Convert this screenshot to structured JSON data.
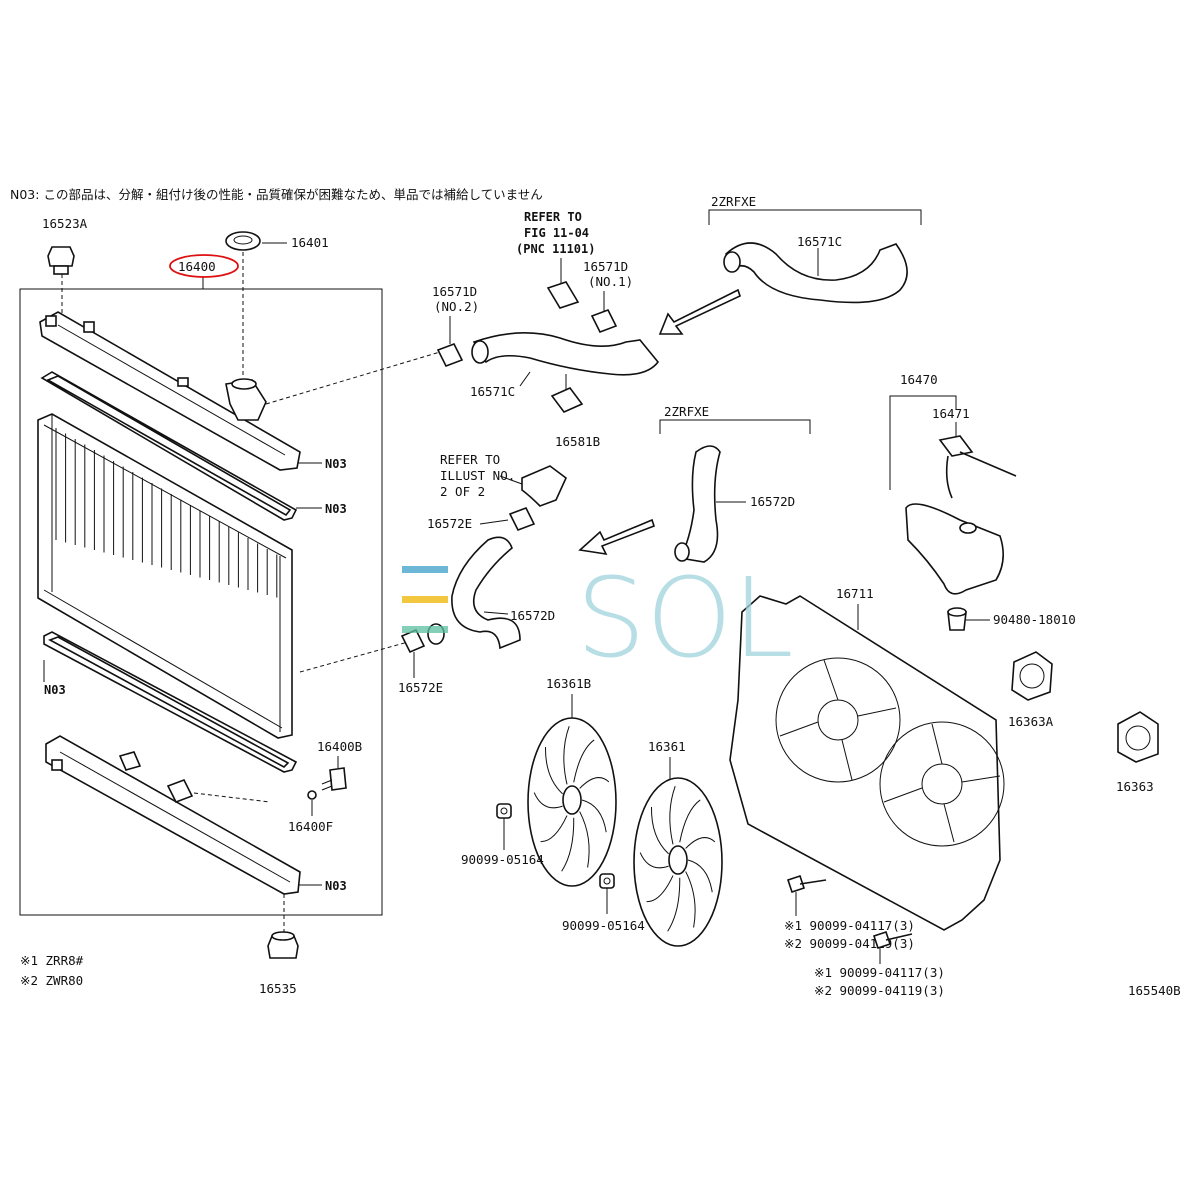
{
  "header_note": "N03: この部品は、分解・組付け後の性能・品質確保が困難なため、単品では補給していません",
  "part_labels": {
    "p16523A": "16523A",
    "p16401": "16401",
    "p16400": "16400",
    "n03_a": "N03",
    "n03_b": "N03",
    "n03_c": "N03",
    "n03_d": "N03",
    "p16400B": "16400B",
    "p16400F": "16400F",
    "p16535": "16535",
    "ref_fig_1": "REFER TO",
    "ref_fig_2": "FIG 11-04",
    "ref_fig_3": "(PNC 11101)",
    "p16571D_no1": "16571D",
    "no1": "(NO.1)",
    "p16571D_no2": "16571D",
    "no2": "(NO.2)",
    "p16571C_a": "16571C",
    "p16571C_b": "16571C",
    "engine_a": "2ZRFXE",
    "engine_b": "2ZRFXE",
    "p16581B": "16581B",
    "ref_ill_1": "REFER TO",
    "ref_ill_2": "ILLUST NO.",
    "ref_ill_3": "2 OF 2",
    "p16572E_a": "16572E",
    "p16572E_b": "16572E",
    "p16572D_a": "16572D",
    "p16572D_b": "16572D",
    "p16470": "16470",
    "p16471": "16471",
    "p90480": "90480-18010",
    "p16711": "16711",
    "p16363A": "16363A",
    "p16363": "16363",
    "p16361B": "16361B",
    "p16361": "16361",
    "bolt_a": "90099-05164",
    "bolt_b": "90099-05164",
    "bolt_c1": "※1 90099-04117(3)",
    "bolt_c2": "※2 90099-04119(3)",
    "bolt_d1": "※1 90099-04117(3)",
    "bolt_d2": "※2 90099-04119(3)",
    "fig_code": "165540B"
  },
  "footnotes": [
    "※1 ZRR8#",
    "※2 ZWR80"
  ],
  "watermark": {
    "text": "SOL",
    "color": "#9fd3dd",
    "accent_colors": [
      "#3aa0c8",
      "#f0b400",
      "#5cc0a0"
    ]
  },
  "highlight_color": "#d11"
}
